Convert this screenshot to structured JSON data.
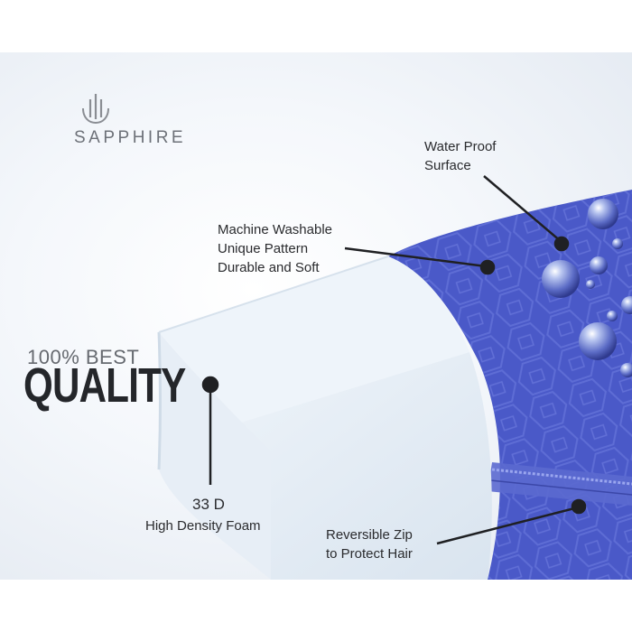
{
  "brand": {
    "name": "SAPPHIRE",
    "logo_icon": "flame-lines-icon"
  },
  "headline": {
    "line1": "100% BEST",
    "line2": "QUALITY"
  },
  "callouts": {
    "water_proof": [
      "Water Proof",
      "Surface"
    ],
    "washable": [
      "Machine Washable",
      "Unique Pattern",
      "Durable and Soft"
    ],
    "density": {
      "value": "33 D",
      "label": "High Density Foam"
    },
    "zip": [
      "Reversible Zip",
      "to Protect Hair"
    ]
  },
  "colors": {
    "cover": "#4a59c8",
    "foam": "#e6eef6",
    "text": "#2a2b2e"
  }
}
